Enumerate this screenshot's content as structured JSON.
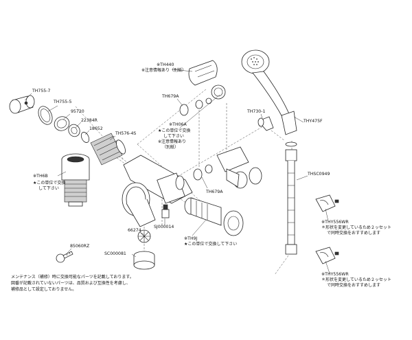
{
  "parts": {
    "th755_7": "TH755-7",
    "th755_5": "TH755-5",
    "p95720": "95720",
    "p22384r": "22384R",
    "p18652": "18652",
    "th576_4s": "TH576-4S",
    "th6b": "※TH6B",
    "th440": "※TH440",
    "th679a_1": "TH679A",
    "th06a": "※TH06A",
    "th679a_2": "TH679A",
    "th730_1": "TH730-1",
    "thy475f": "THY475F",
    "thsc0949": "THSC0949",
    "p66274": "66274",
    "sj000014": "SJ000014",
    "th9j": "※TH9J",
    "p85060rz": "85060RZ",
    "sc000081": "SC000081",
    "thy556wr_1": "※THY556WR",
    "thy556wr_2": "※THY556WR"
  },
  "notes": {
    "th440_info": "※注意情報あり（別紙）",
    "th6b_1": "★この単位で交換",
    "th6b_2": "して下さい",
    "th06a_1": "★この単位で交換",
    "th06a_2": "して下さい",
    "th06a_3": "※注意情報あり",
    "th06a_4": "（別紙）",
    "th9j": "★この単位で交換して下さい",
    "thy556_a_1": "＊形状を変更しているため２ッセット",
    "thy556_a_2": "で同時交換をおすすめします",
    "thy556_b_1": "＊形状を変更しているため２ッセット",
    "thy556_b_2": "で同時交換をおすすめします"
  },
  "footer": {
    "line1": "メンテナンス（補修）時に交換可能なパーツを記載しております。",
    "line2": "図番が記載されていないパーツは、品質および互換性を考慮し、",
    "line3": "補修品として設定しておりません。"
  }
}
